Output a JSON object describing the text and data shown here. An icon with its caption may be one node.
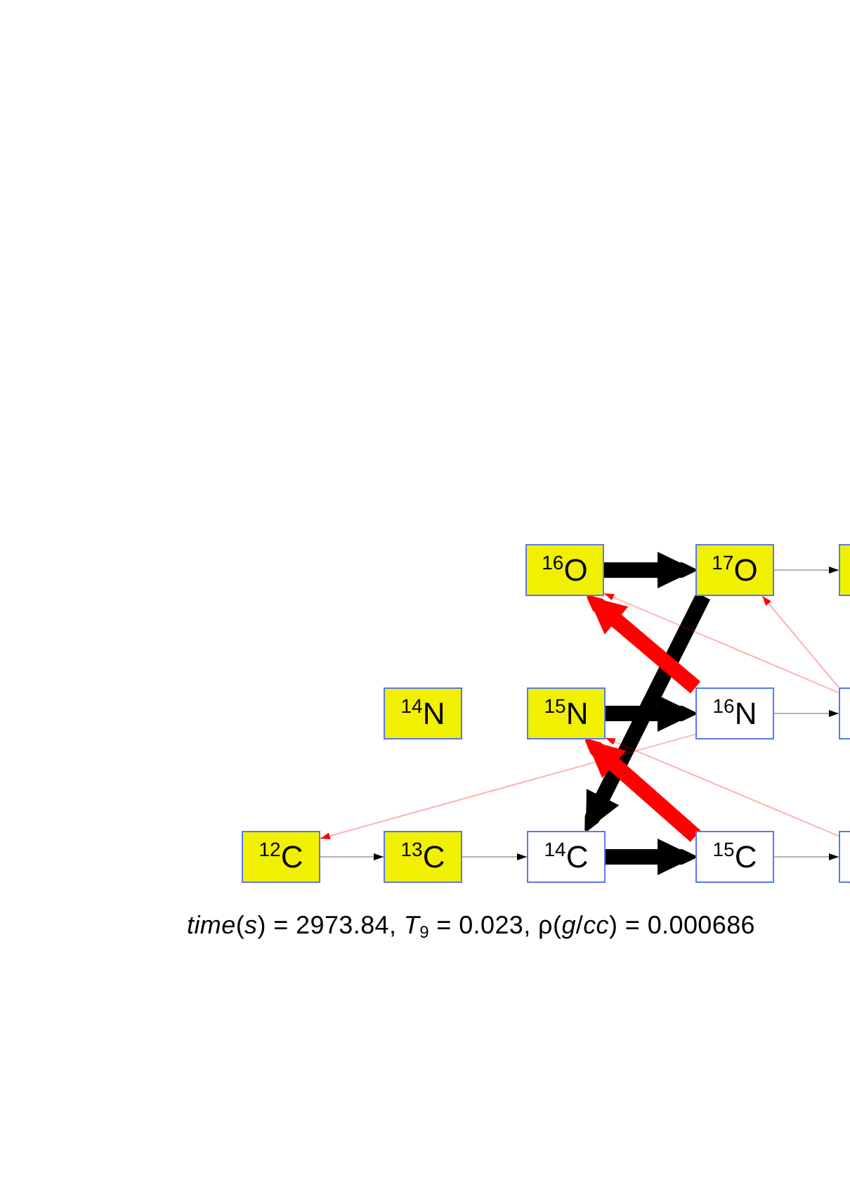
{
  "diagram": {
    "caption": "*time*(*s*) = 2973.84, *T*$_{9}$ = 0.023, ρ(*g*/*cc*) = 0.000686",
    "nodes": [
      {
        "text": [
          "$^{16}$O"
        ]
      },
      {
        "text": [
          "$^{17}$O"
        ]
      },
      {
        "text": [],
        "shape": "box"
      },
      {
        "text": [
          "$^{14}$N"
        ]
      },
      {
        "text": [
          "$^{15}$N"
        ]
      },
      {
        "text": [
          "$^{16}$N"
        ]
      },
      {
        "text": [],
        "shape": "box"
      },
      {
        "text": [
          "$^{12}$C"
        ]
      },
      {
        "text": [
          "$^{13}$C"
        ]
      },
      {
        "text": [
          "$^{14}$C"
        ]
      },
      {
        "text": [
          "$^{15}$C"
        ]
      },
      {
        "text": [],
        "shape": "box"
      }
    ],
    "edges": [
      {
        "from": 0,
        "to": 1,
        "arrow": "to",
        "style": "thick"
      },
      {
        "from": 1,
        "to": 2,
        "arrow": "to"
      },
      {
        "from": 1,
        "to": 9,
        "arrow": "to",
        "style": "thick"
      },
      {
        "from": 5,
        "to": 0,
        "arrow": "to",
        "style": "thick",
        "color": "#ff0000"
      },
      {
        "from": 6,
        "to": 0,
        "arrow": "to",
        "color": "#ff0000"
      },
      {
        "from": 6,
        "to": 1,
        "arrow": "to",
        "color": "#ff0000"
      },
      {
        "from": 4,
        "to": 5,
        "arrow": "to",
        "style": "thick"
      },
      {
        "from": 5,
        "to": 6,
        "arrow": "to"
      },
      {
        "from": 5,
        "to": 7,
        "arrow": "to",
        "color": "#ff0000"
      },
      {
        "from": 11,
        "to": 4,
        "arrow": "to",
        "color": "#ff0000"
      },
      {
        "from": 10,
        "to": 4,
        "arrow": "to",
        "style": "thick",
        "color": "#ff0000"
      },
      {
        "from": 7,
        "to": 8,
        "arrow": "to"
      },
      {
        "from": 8,
        "to": 9,
        "arrow": "to"
      },
      {
        "from": 9,
        "to": 10,
        "arrow": "to",
        "style": "thick"
      },
      {
        "from": 10,
        "to": 11,
        "arrow": "to"
      }
    ]
  }
}
